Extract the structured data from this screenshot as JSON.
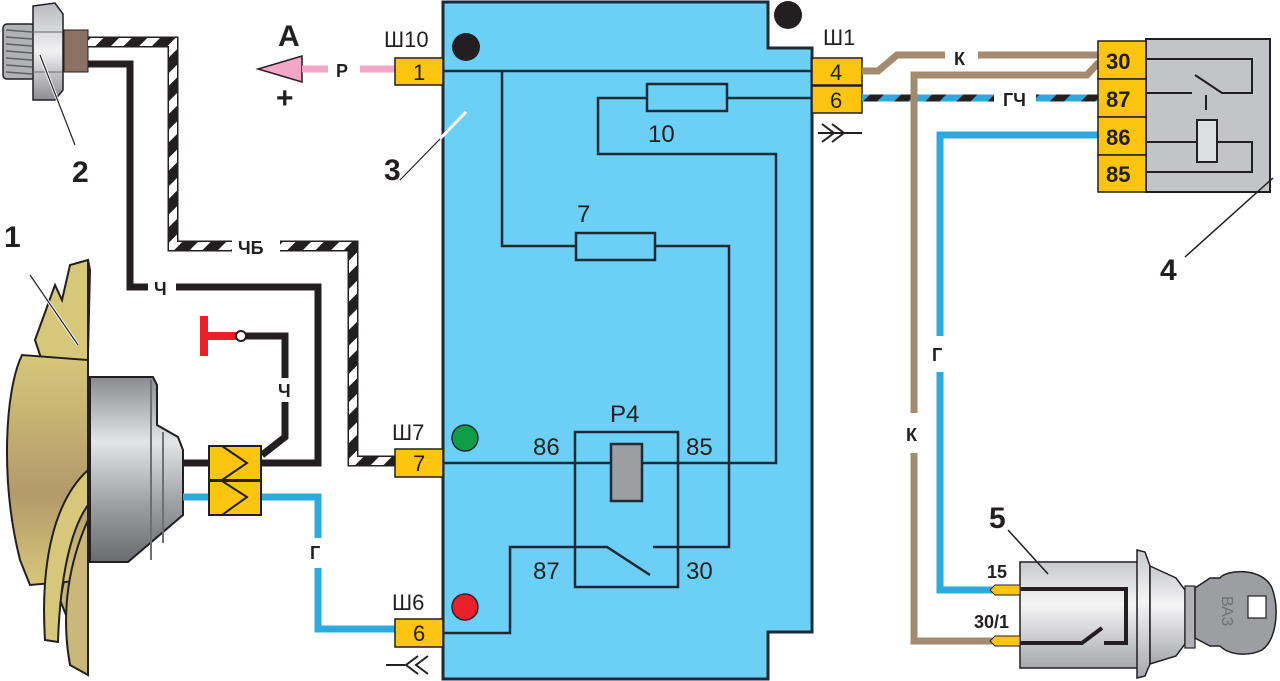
{
  "title": "Cooling fan electrical circuit",
  "colors": {
    "mounting_block": "#6ccff6",
    "connector": "#fdc50f",
    "outline": "#1d2a35",
    "wire_black": "#231f20",
    "wire_blue": "#2fa8e0",
    "wire_brown": "#a48a6f",
    "wire_pink": "#f4a6c8",
    "relay_gray": "#c3c4c8",
    "indicator_green": "#119c48",
    "indicator_red": "#e8202a",
    "ground_red": "#e8202a"
  },
  "components": {
    "fan": {
      "ref": "1"
    },
    "sensor": {
      "ref": "2"
    },
    "block": {
      "ref": "3"
    },
    "ext_relay": {
      "ref": "4",
      "pins": [
        "30",
        "87",
        "86",
        "85"
      ]
    },
    "ignition": {
      "ref": "5",
      "pins": [
        "15",
        "30/1"
      ],
      "key_text": "ВАЗ"
    }
  },
  "power_source": {
    "label": "A",
    "sign": "+"
  },
  "connectors": {
    "sh10": {
      "name": "Ш10",
      "pin": "1"
    },
    "sh1": {
      "name": "Ш1",
      "pins": [
        "4",
        "6"
      ]
    },
    "sh7": {
      "name": "Ш7",
      "pin": "7"
    },
    "sh6": {
      "name": "Ш6",
      "pin": "6"
    }
  },
  "fuses": {
    "f10": "10",
    "f7": "7"
  },
  "internal_relay": {
    "name": "Р4",
    "pins": {
      "p86": "86",
      "p85": "85",
      "p87": "87",
      "p30": "30"
    }
  },
  "wires": {
    "pink": "Р",
    "black_white": "ЧБ",
    "black": "Ч",
    "black_ground": "Ч",
    "blue_fan": "Г",
    "brown_top": "К",
    "blue_black": "ГЧ",
    "blue_vert": "Г",
    "brown_vert": "К"
  }
}
